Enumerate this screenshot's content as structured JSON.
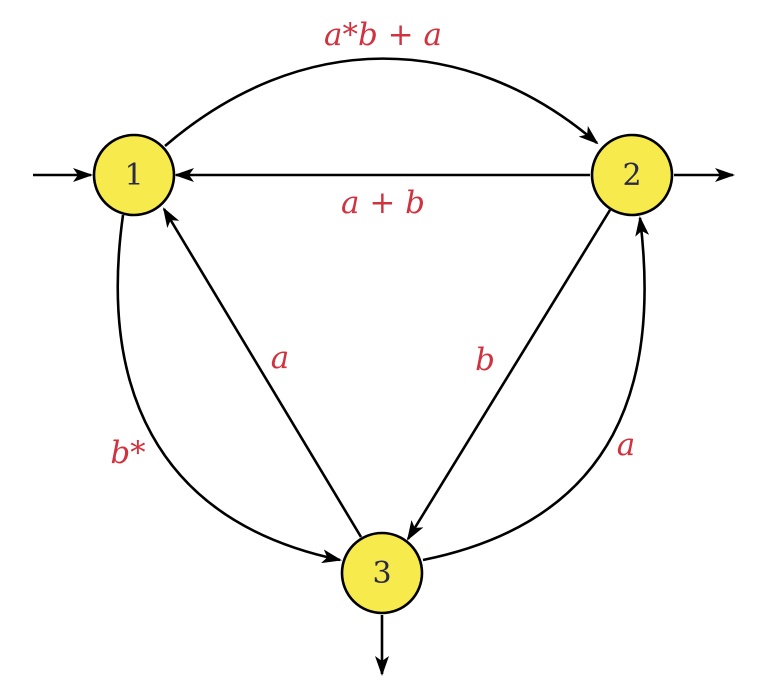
{
  "diagram": {
    "type": "finite-automaton",
    "colors": {
      "state_fill": "#f7ea4d",
      "label": "#d03340",
      "stroke": "#000000"
    },
    "states": [
      {
        "id": "1",
        "label": "1",
        "initial": true,
        "final": false
      },
      {
        "id": "2",
        "label": "2",
        "initial": false,
        "final": true
      },
      {
        "id": "3",
        "label": "3",
        "initial": false,
        "final": true
      }
    ],
    "edges": [
      {
        "from": "1",
        "to": "2",
        "label": "a*b + a"
      },
      {
        "from": "2",
        "to": "1",
        "label": "a + b"
      },
      {
        "from": "1",
        "to": "3",
        "label": "b*"
      },
      {
        "from": "3",
        "to": "1",
        "label": "a"
      },
      {
        "from": "2",
        "to": "3",
        "label": "b"
      },
      {
        "from": "3",
        "to": "2",
        "label": "a"
      }
    ]
  }
}
